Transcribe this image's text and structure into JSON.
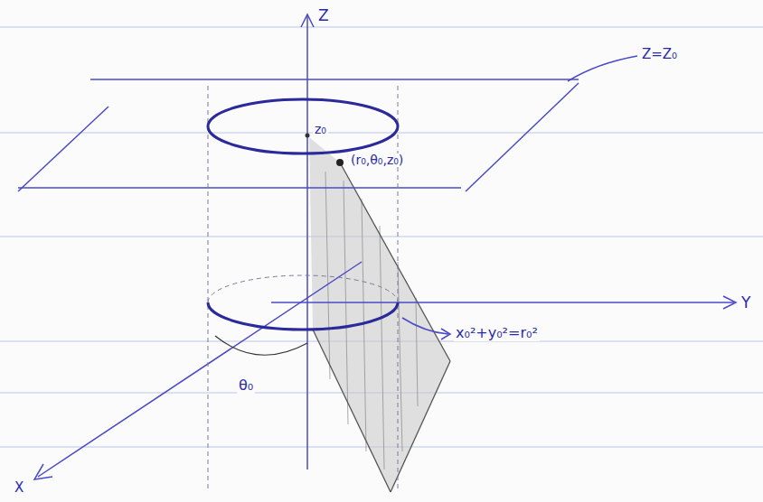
{
  "diagram": {
    "labels": [
      "Z",
      "z₀",
      "(r₀,θ₀,z₀)",
      "Z=Z₀",
      "Y",
      "x₀²+y₀²=r₀²",
      "θ₀",
      "X"
    ]
  }
}
